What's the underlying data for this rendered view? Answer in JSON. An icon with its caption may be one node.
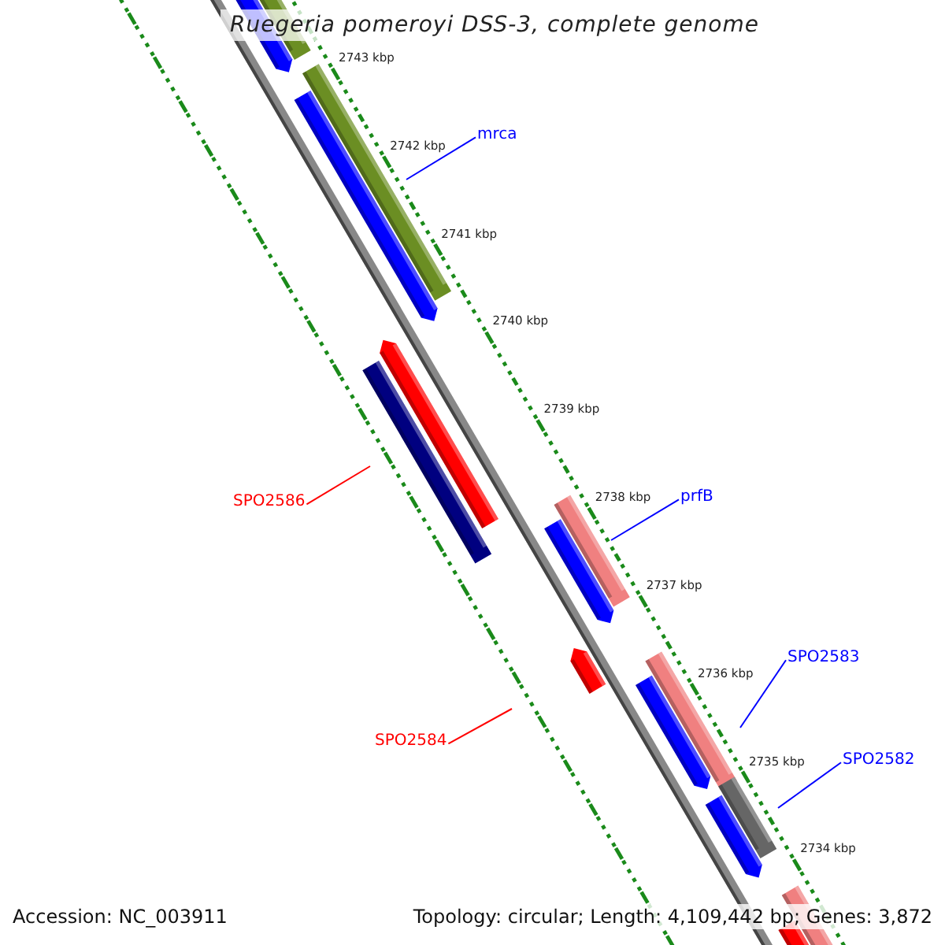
{
  "diagram": {
    "title": "Ruegeria pomeroyi DSS-3, complete genome",
    "nodes": [
      {
        "text": [
          "mrca"
        ]
      },
      {
        "text": [
          "prfB"
        ]
      },
      {
        "text": [
          "SPO2586"
        ]
      },
      {
        "text": [
          "SPO2583"
        ]
      },
      {
        "text": [
          "SPO2584"
        ]
      },
      {
        "text": [
          "SPO2582"
        ]
      }
    ],
    "edges": [
      {
        "from": 0,
        "to": null,
        "arrow": "none"
      },
      {
        "from": 1,
        "to": null,
        "arrow": "none"
      },
      {
        "from": 2,
        "to": null,
        "arrow": "none",
        "color": "#ff0000"
      },
      {
        "from": 3,
        "to": null,
        "arrow": "none"
      },
      {
        "from": 4,
        "to": null,
        "arrow": "none",
        "color": "#ff0000"
      },
      {
        "from": 5,
        "to": null,
        "arrow": "none"
      }
    ],
    "labels": [
      "2743 kbp",
      "2742 kbp",
      "2741 kbp",
      "2740 kbp",
      "2739 kbp",
      "2738 kbp",
      "2737 kbp",
      "2736 kbp",
      "2735 kbp",
      "2734 kbp",
      "Accession: NC_003911",
      "Topology: circular; Length: 4,109,442 bp; Genes: 3,872"
    ]
  }
}
